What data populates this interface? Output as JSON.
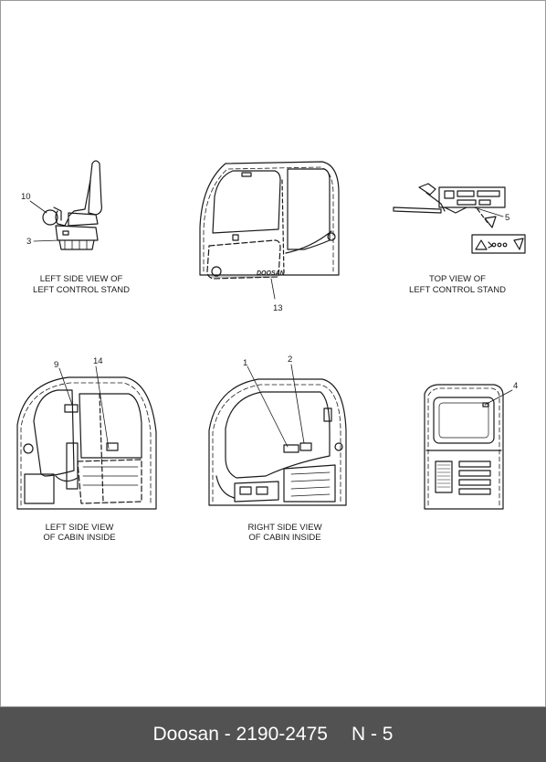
{
  "views": {
    "left_control_stand": {
      "caption_line1": "LEFT SIDE VIEW OF",
      "caption_line2": "LEFT CONTROL STAND"
    },
    "cabin_front": {
      "caption_line1": "",
      "caption_line2": ""
    },
    "top_control_stand": {
      "caption_line1": "TOP VIEW OF",
      "caption_line2": "LEFT CONTROL STAND"
    },
    "left_cabin_inside": {
      "caption_line1": "LEFT SIDE VIEW",
      "caption_line2": "OF CABIN INSIDE"
    },
    "right_cabin_inside": {
      "caption_line1": "RIGHT SIDE VIEW",
      "caption_line2": "OF CABIN INSIDE"
    }
  },
  "callouts": {
    "c1": "1",
    "c2": "2",
    "c3": "3",
    "c4": "4",
    "c5": "5",
    "c9": "9",
    "c10": "10",
    "c13": "13",
    "c14": "14"
  },
  "cabin_logo": "DOOSAN",
  "footer": {
    "part_number": "Doosan - 2190-2475",
    "page": "N - 5"
  },
  "colors": {
    "line": "#1a1a1a",
    "footer_bg": "#525252",
    "footer_text": "#ffffff"
  }
}
